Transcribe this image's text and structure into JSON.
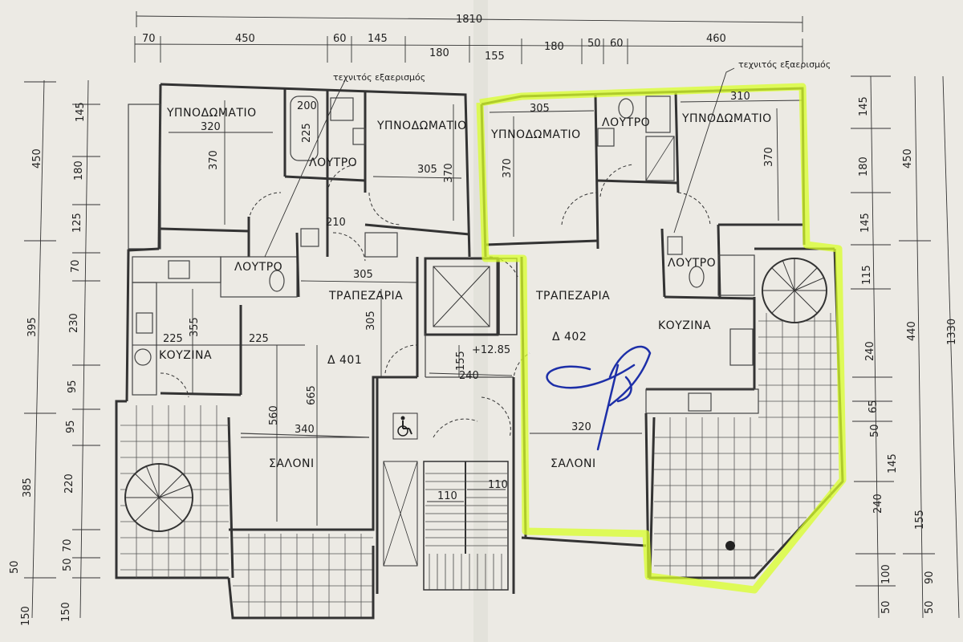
{
  "top_dims": {
    "total": "1810",
    "segments": [
      "70",
      "450",
      "60",
      "145",
      "180",
      "155",
      "180",
      "50",
      "60",
      "460"
    ]
  },
  "left_dims_outer": [
    "450",
    "395",
    "385",
    "150"
  ],
  "left_dims_inner": [
    "145",
    "180",
    "125",
    "70",
    "230",
    "95",
    "95",
    "220",
    "70",
    "50",
    "150"
  ],
  "right_dims_inner": [
    "145",
    "180",
    "145",
    "115",
    "240",
    "65",
    "50",
    "145",
    "240",
    "155",
    "100",
    "50"
  ],
  "right_dims_outer": [
    "450",
    "440",
    "90",
    "50"
  ],
  "right_dims_total": "1330",
  "notes": {
    "ventilation_left": "τεχνιτός εξαερισμός",
    "ventilation_right": "τεχνιτός εξαερισμός",
    "level": "+12.85"
  },
  "apt_left": {
    "name": "Δ 401",
    "bedroom1": "ΥΠΝΟΔΩΜΑΤΙΟ",
    "bedroom1_w": "320",
    "bedroom1_h": "370",
    "bedroom2": "ΥΠΝΟΔΩΜΑΤΙΟ",
    "bedroom2_w": "305",
    "bedroom2_h": "370",
    "bath1": "ΛΟΥΤΡΟ",
    "bath1_w": "200",
    "bath1_h": "225",
    "bath2": "ΛΟΥΤΡΟ",
    "bath2_w": "210",
    "dining": "ΤΡΑΠΕΖΑΡΙΑ",
    "dining_w": "305",
    "dining_h": "305",
    "kitchen": "ΚΟΥΖΙΝΑ",
    "kitchen_w1": "225",
    "kitchen_w2": "225",
    "kitchen_h": "355",
    "living": "ΣΑΛΟΝΙ",
    "living_w": "340",
    "living_h1": "560",
    "living_h2": "665"
  },
  "apt_right": {
    "name": "Δ 402",
    "bedroom1": "ΥΠΝΟΔΩΜΑΤΙΟ",
    "bedroom1_w": "305",
    "bedroom1_h": "370",
    "bedroom2": "ΥΠΝΟΔΩΜΑΤΙΟ",
    "bedroom2_w": "310",
    "bedroom2_h": "370",
    "bath1": "ΛΟΥΤΡΟ",
    "bath2": "ΛΟΥΤΡΟ",
    "dining": "ΤΡΑΠΕΖΑΡΙΑ",
    "kitchen": "ΚΟΥΖΙΝΑ",
    "living": "ΣΑΛΟΝΙ",
    "living_w": "320"
  },
  "core": {
    "corridor_w": "240",
    "corridor_h": "155",
    "stair_left": "110",
    "stair_right": "110"
  },
  "colors": {
    "paper": "#eceae4",
    "highlight": "#d9ff2a",
    "signature": "#1d2fa8"
  },
  "icons": [
    "wheelchair-icon",
    "spiral-stair-icon",
    "signature-mark"
  ]
}
